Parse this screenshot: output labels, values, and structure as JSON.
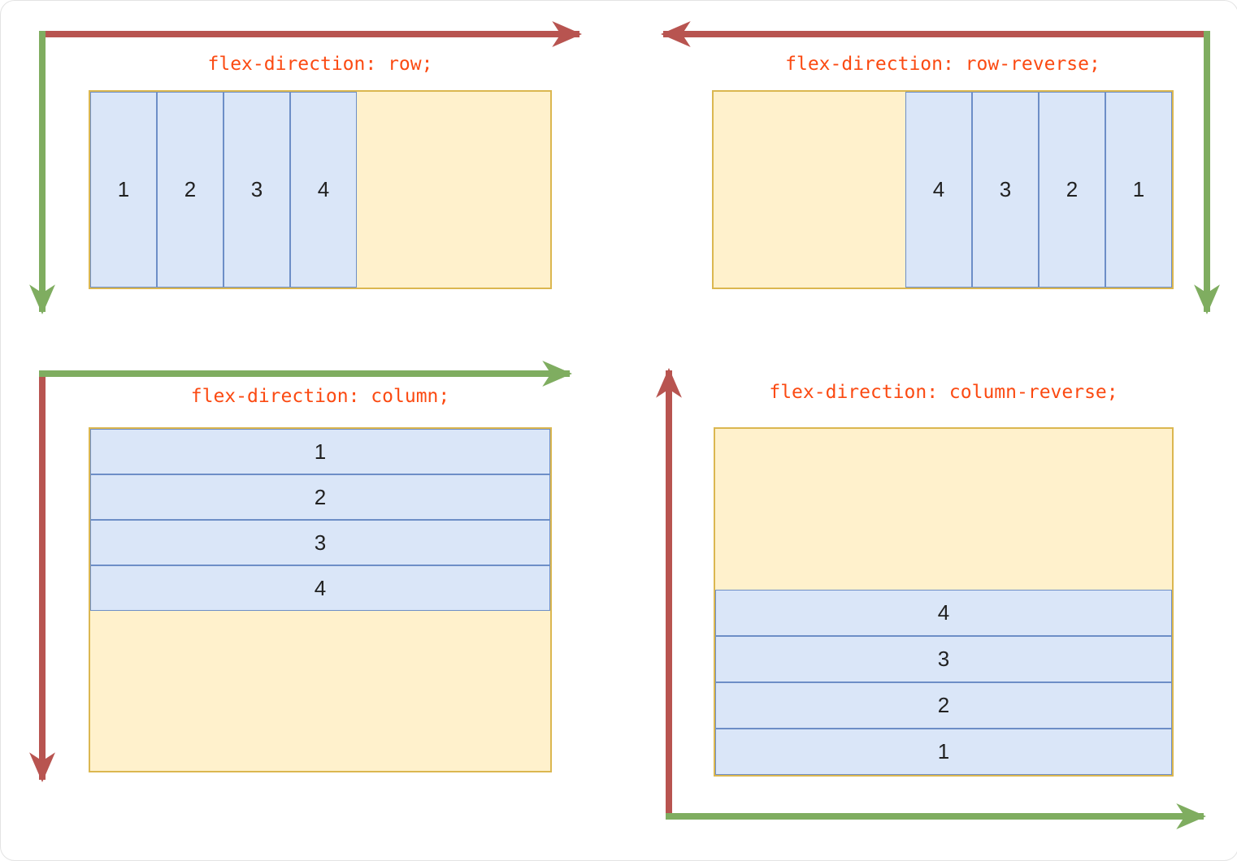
{
  "colors": {
    "main_axis_arrow": "#b85450",
    "cross_axis_arrow": "#7fad60",
    "container_fill": "#fff1cc",
    "container_border": "#dbb750",
    "item_fill": "#dae6f8",
    "item_border": "#6d8ec7",
    "title_text": "#fb4a12",
    "item_text": "#212121"
  },
  "quadrants": [
    {
      "title": "flex-direction: row;",
      "direction": "row",
      "main_axis": "left-to-right",
      "cross_axis": "top-to-bottom",
      "items": [
        "1",
        "2",
        "3",
        "4"
      ]
    },
    {
      "title": "flex-direction: row-reverse;",
      "direction": "row-reverse",
      "main_axis": "right-to-left",
      "cross_axis": "top-to-bottom",
      "items": [
        "1",
        "2",
        "3",
        "4"
      ]
    },
    {
      "title": "flex-direction: column;",
      "direction": "column",
      "main_axis": "top-to-bottom",
      "cross_axis": "left-to-right",
      "items": [
        "1",
        "2",
        "3",
        "4"
      ]
    },
    {
      "title": "flex-direction: column-reverse;",
      "direction": "column-reverse",
      "main_axis": "bottom-to-top",
      "cross_axis": "left-to-right",
      "items": [
        "1",
        "2",
        "3",
        "4"
      ]
    }
  ]
}
